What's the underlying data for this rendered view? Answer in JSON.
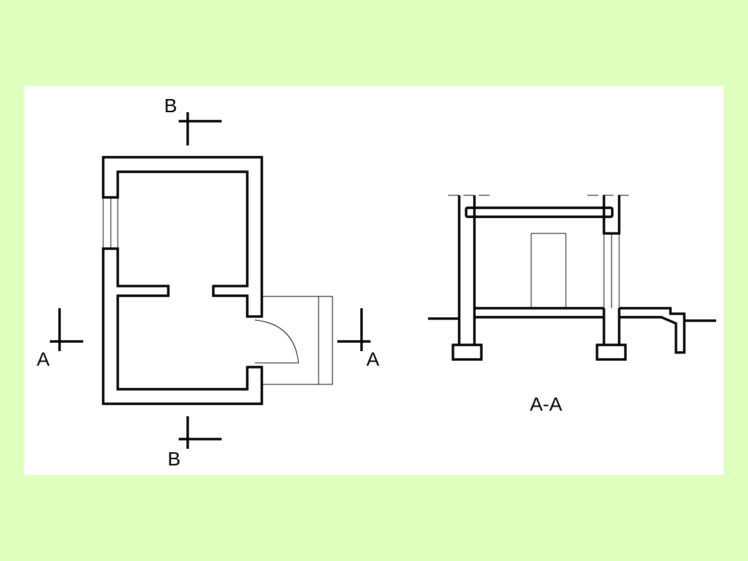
{
  "plan": {
    "section_marks": {
      "top": "B",
      "bottom": "B",
      "left": "A",
      "right": "A"
    }
  },
  "section": {
    "title": "A-A"
  },
  "colors": {
    "background": "#dfffbf",
    "panel": "#ffffff",
    "ink": "#000000"
  }
}
